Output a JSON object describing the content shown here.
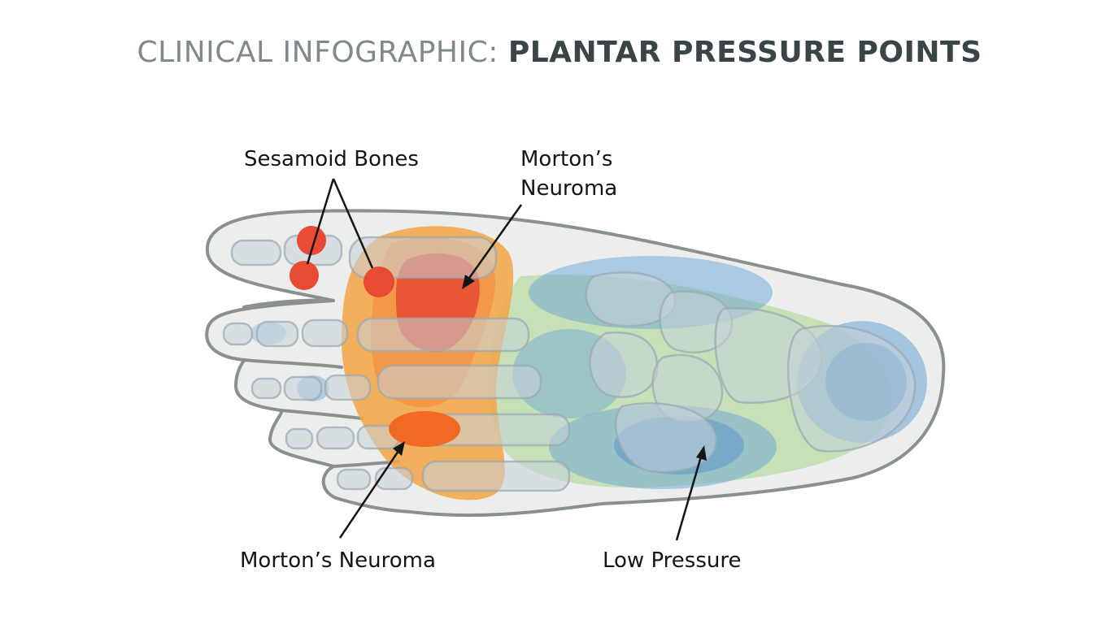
{
  "title": {
    "prefix": "CLINICAL INFOGRAPHIC:",
    "main": "PLANTAR PRESSURE POINTS"
  },
  "labels": {
    "sesamoid": "Sesamoid Bones",
    "morton_top_line1": "Morton’s",
    "morton_top_line2": "Neuroma",
    "morton_bottom": "Morton’s Neuroma",
    "low_pressure": "Low Pressure"
  },
  "colors": {
    "high_pressure": "#e84a33",
    "medium_pressure": "#f3a445",
    "low_pressure": "#6aa3d4",
    "mid_low_pressure": "#b9dca6",
    "foot_outline": "#8a8f91",
    "bone": "#c7d2d8"
  }
}
